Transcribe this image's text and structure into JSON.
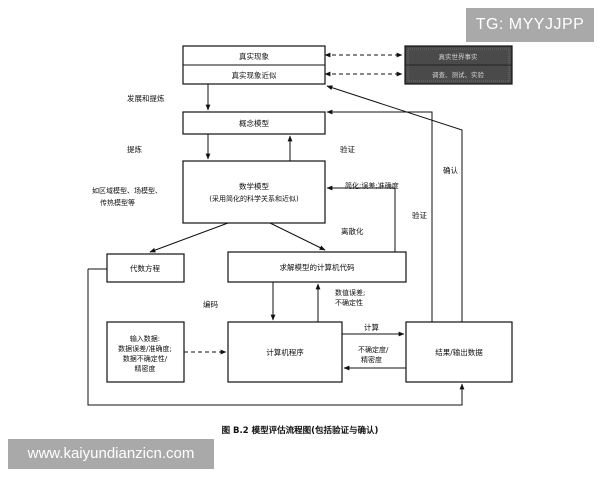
{
  "watermarks": {
    "top_right": "TG: MYYJJPP",
    "bottom_left": "www.kaiyundianzicn.com"
  },
  "boxes": {
    "real_phenomenon": "真实现象",
    "real_approx": "真实现象近似",
    "real_world": "真实世界事实",
    "survey": "调查、测试、实验",
    "concept_model": "概念模型",
    "math_model_line1": "数学模型",
    "math_model_line2": "(采用简化的科学关系和近似)",
    "algebraic_eq": "代数方程",
    "solve_code": "求解模型的计算机代码",
    "input_line1": "输入数据:",
    "input_line2": "数据误差/准确度;",
    "input_line3": "数据不确定性/",
    "input_line4": "精密度",
    "program": "计算机程序",
    "results": "结果/输出数据"
  },
  "labels": {
    "develop": "发展和提炼",
    "refine": "提炼",
    "verify_top": "验证",
    "regional": "如区域模型、场模型、",
    "transport": "传热模型等",
    "simplify": "简化;误差;准确度",
    "confirm": "确认",
    "verify_right": "验证",
    "discretize": "离散化",
    "numerical_line1": "数值误差;",
    "numerical_line2": "不确定性",
    "encode": "编码",
    "compute": "计算",
    "uncert_line1": "不确定度/",
    "uncert_line2": "精密度"
  },
  "caption": "图 B.2  模型评估流程图(包括验证与确认)"
}
